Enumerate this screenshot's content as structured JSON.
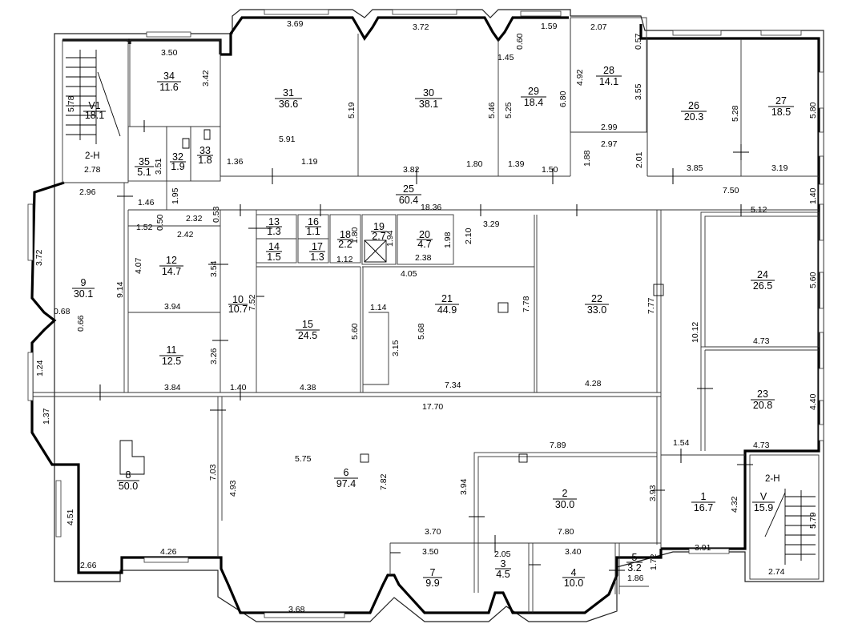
{
  "rooms": [
    {
      "id": "room-1",
      "num": "1",
      "area": "16.7"
    },
    {
      "id": "room-2",
      "num": "2",
      "area": "30.0"
    },
    {
      "id": "room-3",
      "num": "3",
      "area": "4.5"
    },
    {
      "id": "room-4",
      "num": "4",
      "area": "10.0"
    },
    {
      "id": "room-5",
      "num": "5",
      "area": "3.2"
    },
    {
      "id": "room-6",
      "num": "6",
      "area": "97.4"
    },
    {
      "id": "room-7",
      "num": "7",
      "area": "9.9"
    },
    {
      "id": "room-8",
      "num": "8",
      "area": "50.0"
    },
    {
      "id": "room-9",
      "num": "9",
      "area": "30.1"
    },
    {
      "id": "room-10",
      "num": "10",
      "area": "10.7"
    },
    {
      "id": "room-11",
      "num": "11",
      "area": "12.5"
    },
    {
      "id": "room-12",
      "num": "12",
      "area": "14.7"
    },
    {
      "id": "room-13",
      "num": "13",
      "area": "1.3"
    },
    {
      "id": "room-14",
      "num": "14",
      "area": "1.5"
    },
    {
      "id": "room-15",
      "num": "15",
      "area": "24.5"
    },
    {
      "id": "room-16",
      "num": "16",
      "area": "1.1"
    },
    {
      "id": "room-17",
      "num": "17",
      "area": "1.3"
    },
    {
      "id": "room-18",
      "num": "18",
      "area": "2.2"
    },
    {
      "id": "room-19",
      "num": "19",
      "area": "2.7"
    },
    {
      "id": "room-20",
      "num": "20",
      "area": "4.7"
    },
    {
      "id": "room-21",
      "num": "21",
      "area": "44.9"
    },
    {
      "id": "room-22",
      "num": "22",
      "area": "33.0"
    },
    {
      "id": "room-23",
      "num": "23",
      "area": "20.8"
    },
    {
      "id": "room-24",
      "num": "24",
      "area": "26.5"
    },
    {
      "id": "room-25",
      "num": "25",
      "area": "60.4"
    },
    {
      "id": "room-26",
      "num": "26",
      "area": "20.3"
    },
    {
      "id": "room-27",
      "num": "27",
      "area": "18.5"
    },
    {
      "id": "room-28",
      "num": "28",
      "area": "14.1"
    },
    {
      "id": "room-29",
      "num": "29",
      "area": "18.4"
    },
    {
      "id": "room-30",
      "num": "30",
      "area": "38.1"
    },
    {
      "id": "room-31",
      "num": "31",
      "area": "36.6"
    },
    {
      "id": "room-32",
      "num": "32",
      "area": "1.9"
    },
    {
      "id": "room-33",
      "num": "33",
      "area": "1.8"
    },
    {
      "id": "room-34",
      "num": "34",
      "area": "11.6"
    },
    {
      "id": "room-35",
      "num": "35",
      "area": "5.1"
    },
    {
      "id": "room-V1",
      "num": "V1",
      "area": "18.1"
    },
    {
      "id": "room-V",
      "num": "V",
      "area": "15.9"
    }
  ],
  "labels": {
    "stair_left": "2-H",
    "stair_right": "2-H"
  },
  "dimensions": [
    "3.69",
    "3.72",
    "1.59",
    "2.07",
    "0.60",
    "0.57",
    "1.45",
    "3.50",
    "3.42",
    "5.78",
    "2.78",
    "5.19",
    "5.91",
    "1.36",
    "1.19",
    "5.46",
    "3.82",
    "1.80",
    "5.25",
    "6.80",
    "1.39",
    "1.50",
    "4.92",
    "3.55",
    "2.99",
    "2.97",
    "1.88",
    "2.01",
    "5.28",
    "5.80",
    "3.85",
    "3.19",
    "7.50",
    "1.40",
    "2.96",
    "1.46",
    "1.95",
    "3.51",
    "0.53",
    "2.32",
    "1.52",
    "0.50",
    "2.42",
    "18.36",
    "3.29",
    "5.12",
    "3.72",
    "9.14",
    "4.07",
    "3.54",
    "1.94",
    "1.98",
    "2.10",
    "2.38",
    "4.05",
    "1.12",
    "1.80",
    "5.60",
    "3.94",
    "7.52",
    "1.14",
    "5.68",
    "7.78",
    "7.77",
    "10.12",
    "0.68",
    "0.66",
    "5.60",
    "3.15",
    "3.26",
    "4.73",
    "1.24",
    "3.84",
    "1.40",
    "4.38",
    "7.34",
    "4.28",
    "4.40",
    "17.70",
    "1.37",
    "1.54",
    "4.73",
    "7.89",
    "5.75",
    "7.03",
    "4.93",
    "7.82",
    "3.94",
    "3.93",
    "4.32",
    "5.79",
    "4.51",
    "3.70",
    "7.80",
    "3.91",
    "4.26",
    "3.50",
    "2.05",
    "3.40",
    "1.72",
    "2.66",
    "1.86",
    "2.74",
    "3.68"
  ]
}
